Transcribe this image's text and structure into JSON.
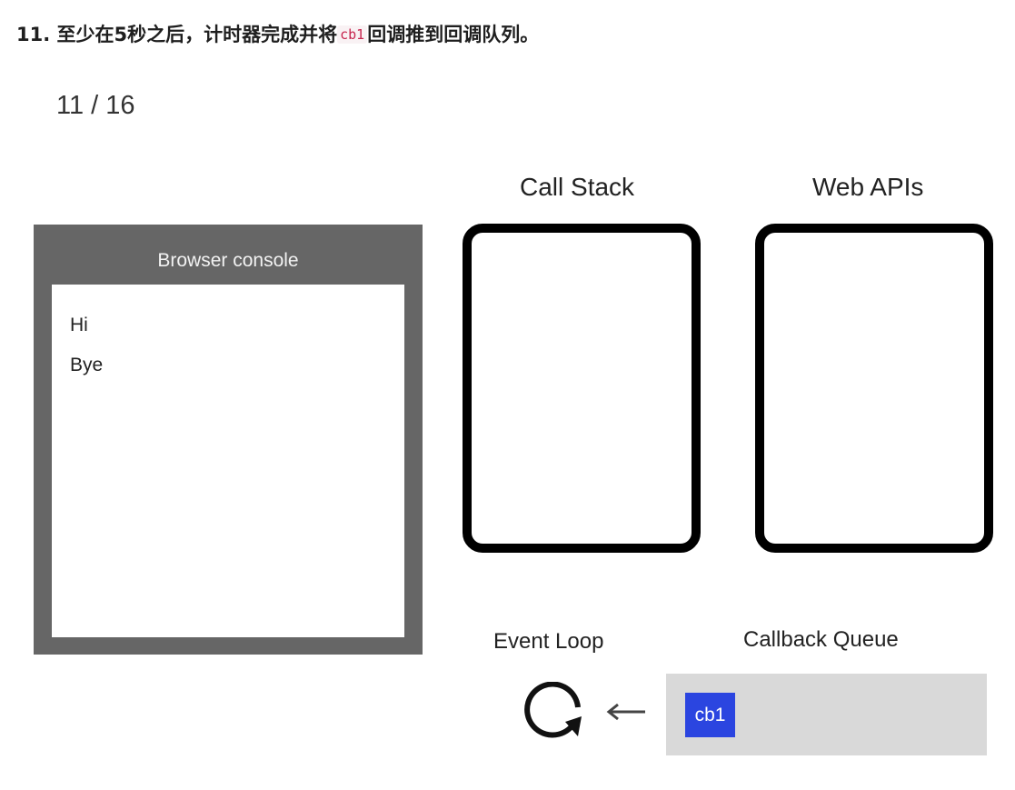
{
  "heading": {
    "prefix": "11. 至少在5秒之后，计时器完成并将",
    "code": "cb1",
    "suffix": "回调推到回调队列。"
  },
  "slide": {
    "counter": "11 / 16"
  },
  "sections": {
    "call_stack": "Call Stack",
    "web_apis": "Web APIs",
    "event_loop": "Event Loop",
    "callback_queue": "Callback Queue"
  },
  "console": {
    "title": "Browser console",
    "lines": [
      "Hi",
      "Bye"
    ]
  },
  "callback_queue": {
    "items": [
      "cb1"
    ],
    "item_color": "#2b45e0",
    "background": "#d9d9d9"
  },
  "icons": {
    "event_loop": "refresh-cycle-icon",
    "arrow": "arrow-left-icon"
  },
  "colors": {
    "console_frame": "#666666",
    "box_border": "#000000",
    "code_text": "#c7254e"
  }
}
